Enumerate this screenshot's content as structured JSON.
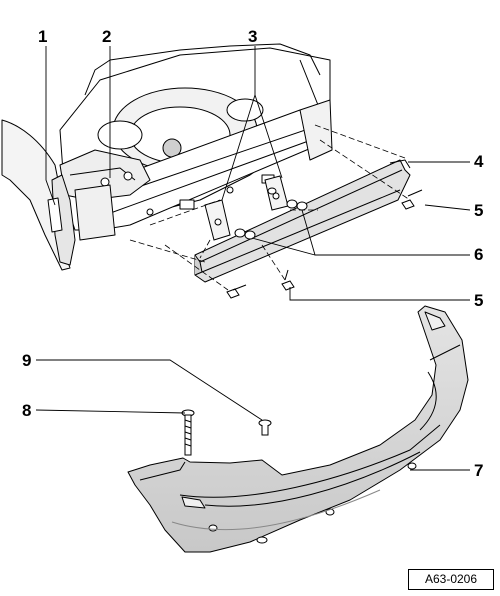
{
  "figure": {
    "reference_code": "A63-0206"
  },
  "callouts": [
    {
      "number": "1",
      "part": "lock-carrier-bracket"
    },
    {
      "number": "2",
      "part": "rear-light-bracket"
    },
    {
      "number": "3",
      "part": "bumper-brackets"
    },
    {
      "number": "4",
      "part": "impact-member"
    },
    {
      "number": "5",
      "part": "bolt"
    },
    {
      "number": "5",
      "part": "bolt"
    },
    {
      "number": "6",
      "part": "nuts"
    },
    {
      "number": "7",
      "part": "bumper-cover"
    },
    {
      "number": "8",
      "part": "bolt"
    },
    {
      "number": "9",
      "part": "expanding-rivet"
    }
  ],
  "colors": {
    "line": "#000000",
    "bumper_fill": "#d9d9d9",
    "body_fill": "#ffffff",
    "shade": "#bdbdbd"
  }
}
